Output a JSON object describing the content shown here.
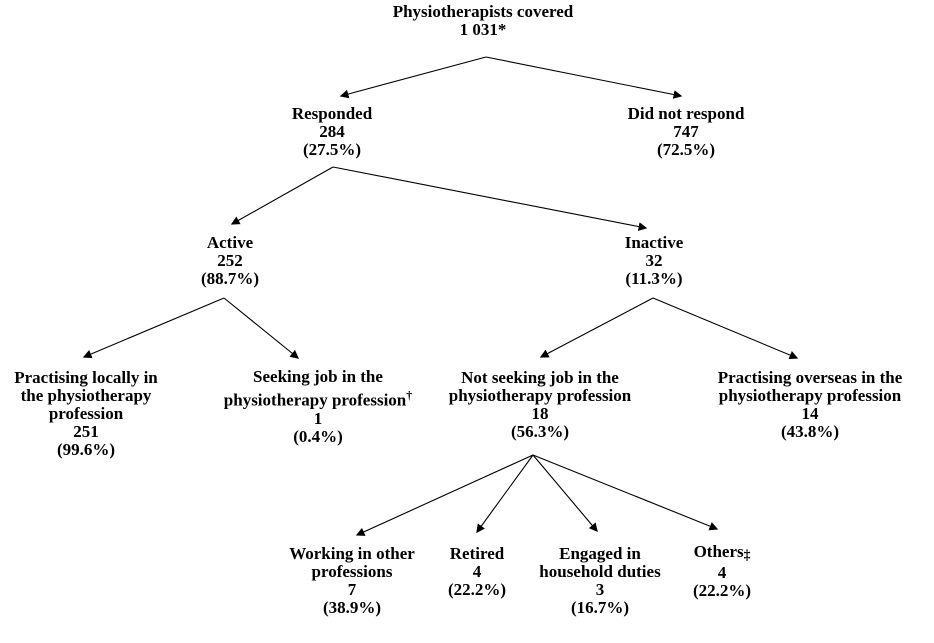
{
  "figure": {
    "background_color": "#ffffff",
    "text_color": "#000000",
    "arrow_color": "#000000"
  },
  "nodes": {
    "root": {
      "label": "Physiotherapists covered",
      "value": "1 031*"
    },
    "responded": {
      "label": "Responded",
      "value": "284",
      "pct": "(27.5%)"
    },
    "did_not_respond": {
      "label": "Did not respond",
      "value": "747",
      "pct": "(72.5%)"
    },
    "active": {
      "label": "Active",
      "value": "252",
      "pct": "(88.7%)"
    },
    "inactive": {
      "label": "Inactive",
      "value": "32",
      "pct": "(11.3%)"
    },
    "practising_locally": {
      "label": "Practising locally in\nthe physiotherapy\nprofession",
      "value": "251",
      "pct": "(99.6%)"
    },
    "seeking_job": {
      "label": "Seeking job in the\nphysiotherapy profession",
      "sup": "†",
      "value": "1",
      "pct": "(0.4%)"
    },
    "not_seeking_job": {
      "label": "Not seeking job in the\nphysiotherapy profession",
      "value": "18",
      "pct": "(56.3%)"
    },
    "practising_overseas": {
      "label": "Practising overseas in the\nphysiotherapy profession",
      "value": "14",
      "pct": "(43.8%)"
    },
    "working_other": {
      "label": "Working in other\nprofessions",
      "value": "7",
      "pct": "(38.9%)"
    },
    "retired": {
      "label": "Retired",
      "value": "4",
      "pct": "(22.2%)"
    },
    "household_duties": {
      "label": "Engaged in\nhousehold duties",
      "value": "3",
      "pct": "(16.7%)"
    },
    "others": {
      "label": "Others",
      "sub": "‡",
      "value": "4",
      "pct": "(22.2%)"
    }
  },
  "footnote_markers": [
    "*",
    "†",
    "‡"
  ],
  "edges": [
    {
      "from": "root",
      "to": "responded"
    },
    {
      "from": "root",
      "to": "did_not_respond"
    },
    {
      "from": "responded",
      "to": "active"
    },
    {
      "from": "responded",
      "to": "inactive"
    },
    {
      "from": "active",
      "to": "practising_locally"
    },
    {
      "from": "active",
      "to": "seeking_job"
    },
    {
      "from": "inactive",
      "to": "not_seeking_job"
    },
    {
      "from": "inactive",
      "to": "practising_overseas"
    },
    {
      "from": "not_seeking_job",
      "to": "working_other"
    },
    {
      "from": "not_seeking_job",
      "to": "retired"
    },
    {
      "from": "not_seeking_job",
      "to": "household_duties"
    },
    {
      "from": "not_seeking_job",
      "to": "others"
    }
  ]
}
